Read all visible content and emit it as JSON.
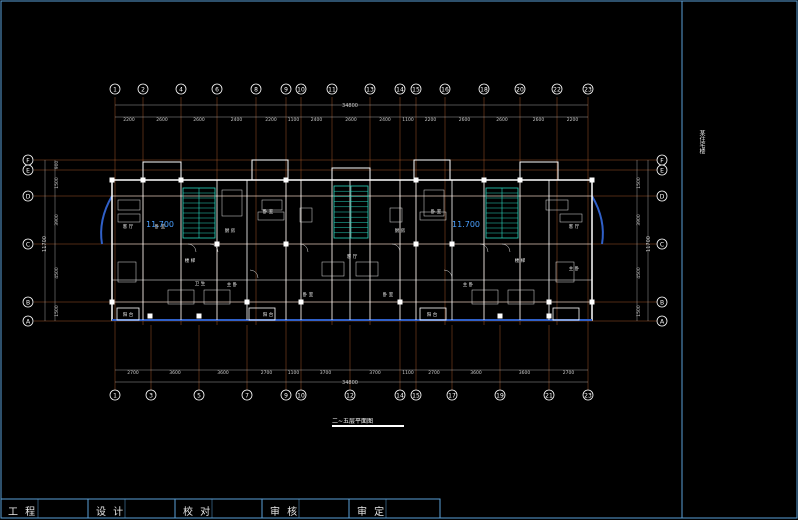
{
  "drawing": {
    "plan_title": "二~五层平面图",
    "side_title": "某住宅楼",
    "total_dim_top": "34800",
    "total_dim_bottom": "34800",
    "elevation_left": "11.700",
    "elevation_right": "11.700"
  },
  "title_block": {
    "labels": [
      "工 程",
      "设 计",
      "校 对",
      "审 核",
      "审 定"
    ]
  },
  "grid": {
    "top_axes": [
      "1",
      "2",
      "4",
      "6",
      "8",
      "9",
      "10",
      "11",
      "13",
      "14",
      "15",
      "16",
      "18",
      "20",
      "22",
      "23"
    ],
    "bottom_axes": [
      "1",
      "3",
      "5",
      "7",
      "9",
      "10",
      "12",
      "14",
      "15",
      "17",
      "19",
      "21",
      "23"
    ],
    "rows": [
      "F",
      "E",
      "D",
      "C",
      "B",
      "A"
    ],
    "top_dims": [
      "2200",
      "2600",
      "2600",
      "2400",
      "2200",
      "1100",
      "2400",
      "2600",
      "2400",
      "1100",
      "2200",
      "2600",
      "2600",
      "2600",
      "2200"
    ],
    "bottom_dims": [
      "2700",
      "3600",
      "3600",
      "2700",
      "1100",
      "3700",
      "3700",
      "1100",
      "2700",
      "3600",
      "3600",
      "2700"
    ],
    "left_dims": [
      "900",
      "1500",
      "3900",
      "4500",
      "1500"
    ],
    "right_dims": [
      "1500",
      "3900",
      "4500",
      "1500"
    ],
    "left_total": "11700",
    "right_total": "11700"
  },
  "rooms": {
    "labels": [
      "客 厅",
      "卧 室",
      "卧 室",
      "厨 房",
      "卫 生",
      "阳 台",
      "主 卧",
      "楼 梯",
      "客 厅",
      "卧 室",
      "卧 室",
      "厨 房",
      "阳 台",
      "主 卧",
      "楼 梯",
      "客 厅",
      "卧 室",
      "阳 台",
      "主 卧"
    ]
  },
  "colors": {
    "background": "#000000",
    "frame": "#5aa0d8",
    "grid_line": "#c86a30",
    "wall": "#ffffff",
    "stair": "#2ad8c0",
    "furniture": "#e0e0e0",
    "dim": "#c8c8c8",
    "axis_bubble": "#ffffff",
    "window": "#3060c8",
    "elevation": "#4aa0ff"
  }
}
